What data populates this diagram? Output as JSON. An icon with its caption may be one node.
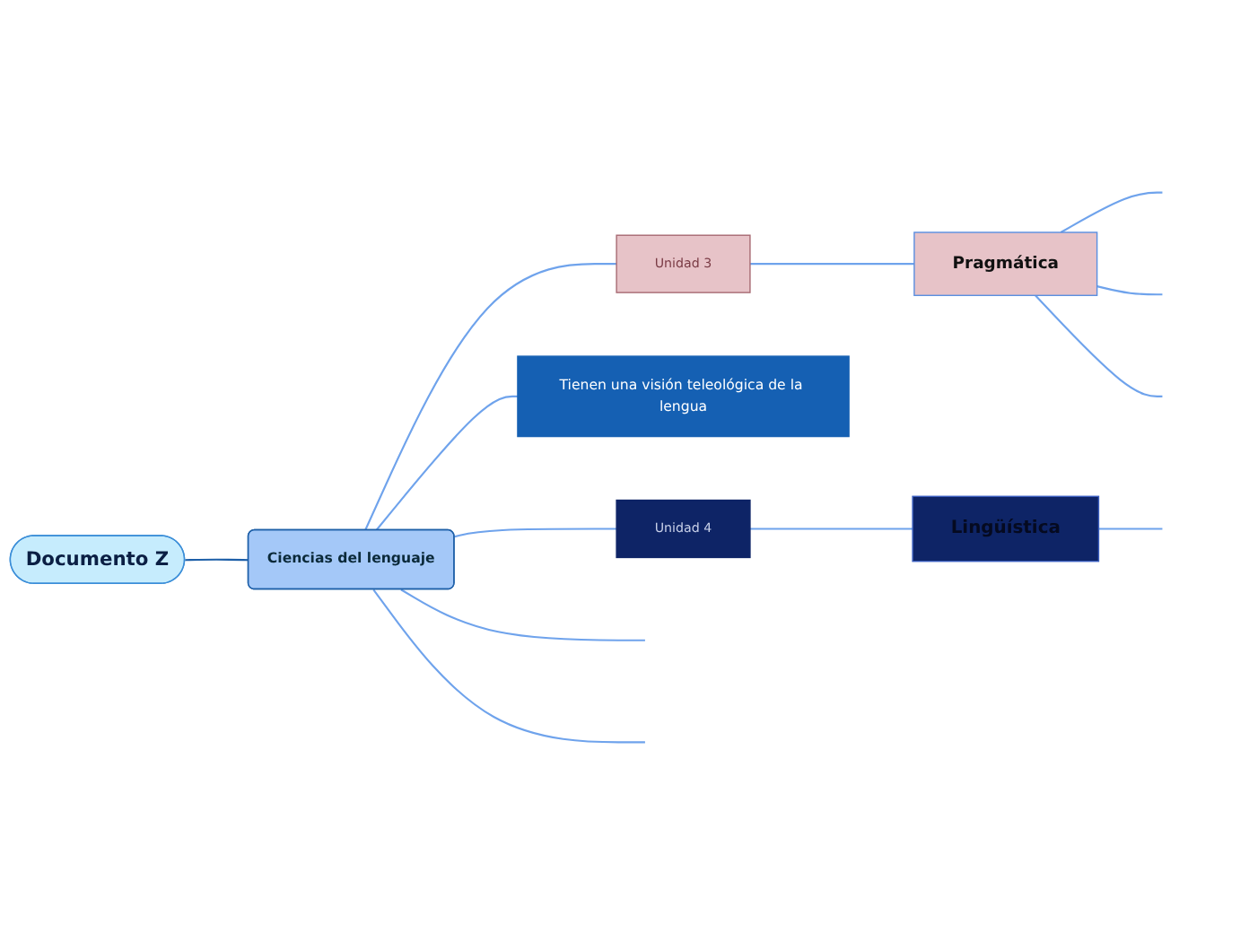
{
  "diagram": {
    "nodes": [
      {
        "text": [
          "Documento Z"
        ]
      },
      {
        "text": [
          "Ciencias del lenguaje"
        ]
      },
      {
        "text": [
          "Unidad 3"
        ]
      },
      {
        "text": [
          "Pragmática"
        ]
      },
      {
        "text": [
          "Tienen una visión teleológica de la lengua"
        ]
      },
      {
        "text": [
          "Unidad 4"
        ]
      },
      {
        "text": [
          "Lingüística"
        ]
      }
    ],
    "edges": [
      {
        "from": 0,
        "to": 1,
        "arrow": "none",
        "color": "#1d5fa8"
      },
      {
        "from": 1,
        "to": null,
        "arrow": "none"
      },
      {
        "from": 1,
        "to": 2,
        "arrow": "none"
      },
      {
        "from": 2,
        "to": 3,
        "arrow": "none"
      },
      {
        "from": 3,
        "to": null,
        "arrow": "none"
      },
      {
        "from": 3,
        "to": null,
        "arrow": "none"
      },
      {
        "from": 3,
        "to": null,
        "arrow": "none"
      },
      {
        "from": 1,
        "to": 4,
        "arrow": "none"
      },
      {
        "from": 1,
        "to": 5,
        "arrow": "none"
      },
      {
        "from": 5,
        "to": 6,
        "arrow": "none"
      },
      {
        "from": 6,
        "to": null,
        "arrow": "none"
      },
      {
        "from": 1,
        "to": null,
        "arrow": "none"
      }
    ]
  }
}
